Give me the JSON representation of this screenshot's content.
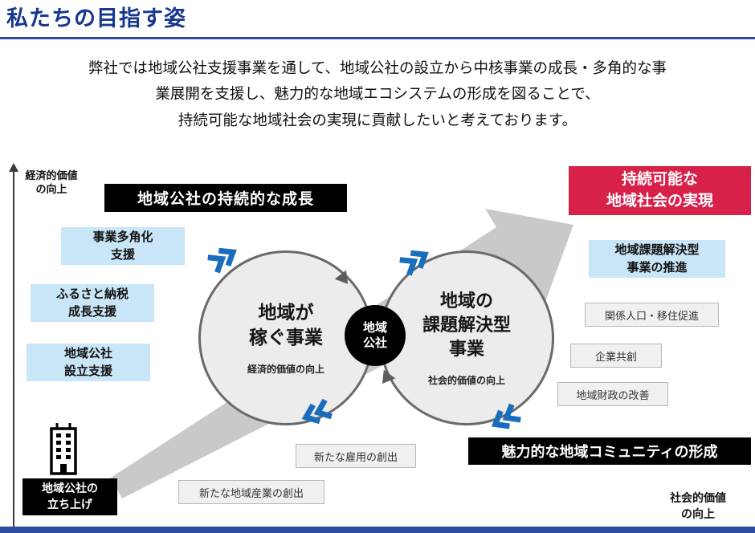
{
  "colors": {
    "title_blue": "#17388e",
    "rule_blue": "#2b4ba0",
    "accent_red": "#d82149",
    "light_blue": "#c8e6f7",
    "chevron_blue": "#1a6dbd",
    "arrow_gray": "#c9c9c9"
  },
  "icons": {
    "building": "office-building",
    "flow_chevrons": "double-chevron",
    "big_arrow": "diagonal-growth-arrow"
  },
  "header": {
    "title": "私たちの目指す姿"
  },
  "intro": {
    "text": "弊社では地域公社支援事業を通して、地域公社の設立から中核事業の成長・多角的な事\n業展開を支援し、魅力的な地域エコシステムの形成を図ることで、\n持続可能な地域社会の実現に貢献したいと考えております。"
  },
  "axes": {
    "y_label": "経済的価値\nの向上",
    "x_label": "社会的価値\nの向上"
  },
  "banners": {
    "growth": "地域公社の持続的な成長",
    "goal": "持続可能な\n地域社会の実現",
    "community": "魅力的な地域コミュニティの形成",
    "startup": "地域公社の\n立ち上げ"
  },
  "support_boxes": [
    "事業多角化\n支援",
    "ふるさと納税\n成長支援",
    "地域公社\n設立支援"
  ],
  "right_boxes": {
    "promotion": "地域課題解決型\n事業の推進",
    "items": [
      "関係人口・移住促進",
      "企業共創",
      "地域財政の改善"
    ]
  },
  "bottom_boxes": [
    "新たな雇用の創出",
    "新たな地域産業の創出"
  ],
  "circles": {
    "left": {
      "title": "地域が\n稼ぐ事業",
      "subtitle": "経済的価値の向上"
    },
    "right": {
      "title": "地域の\n課題解決型\n事業",
      "subtitle": "社会的価値の向上"
    },
    "center": {
      "label": "地域\n公社"
    }
  }
}
